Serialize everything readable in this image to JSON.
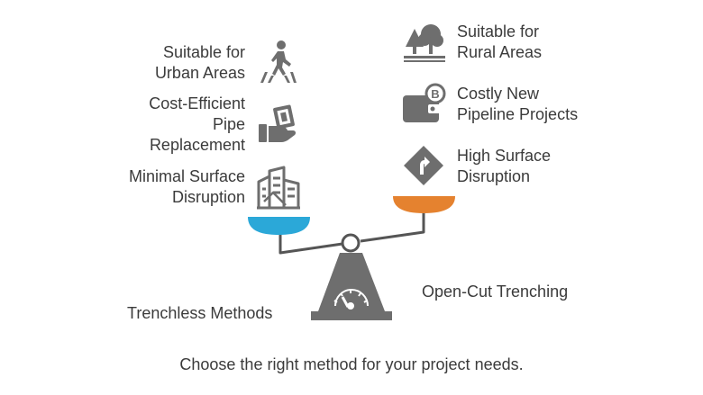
{
  "left_side": {
    "method": "Trenchless Methods",
    "color": "#2ba8d8",
    "items": [
      {
        "lines": [
          "Suitable for",
          "Urban Areas"
        ],
        "icon": "pedestrian-crossing-icon"
      },
      {
        "lines": [
          "Cost-Efficient",
          "Pipe",
          "Replacement"
        ],
        "icon": "hand-holding-money-icon"
      },
      {
        "lines": [
          "Minimal Surface",
          "Disruption"
        ],
        "icon": "city-buildings-icon"
      }
    ]
  },
  "right_side": {
    "method": "Open-Cut Trenching",
    "color": "#e5822f",
    "items": [
      {
        "lines": [
          "Suitable for",
          "Rural Areas"
        ],
        "icon": "trees-icon"
      },
      {
        "lines": [
          "Costly New",
          "Pipeline Projects"
        ],
        "icon": "wallet-coin-icon"
      },
      {
        "lines": [
          "High Surface",
          "Disruption"
        ],
        "icon": "road-sign-arrow-icon"
      }
    ]
  },
  "caption": "Choose the right method for your project needs.",
  "colors": {
    "icon": "#6e6e6e",
    "scale": "#555555",
    "text": "#3b3b3b"
  }
}
